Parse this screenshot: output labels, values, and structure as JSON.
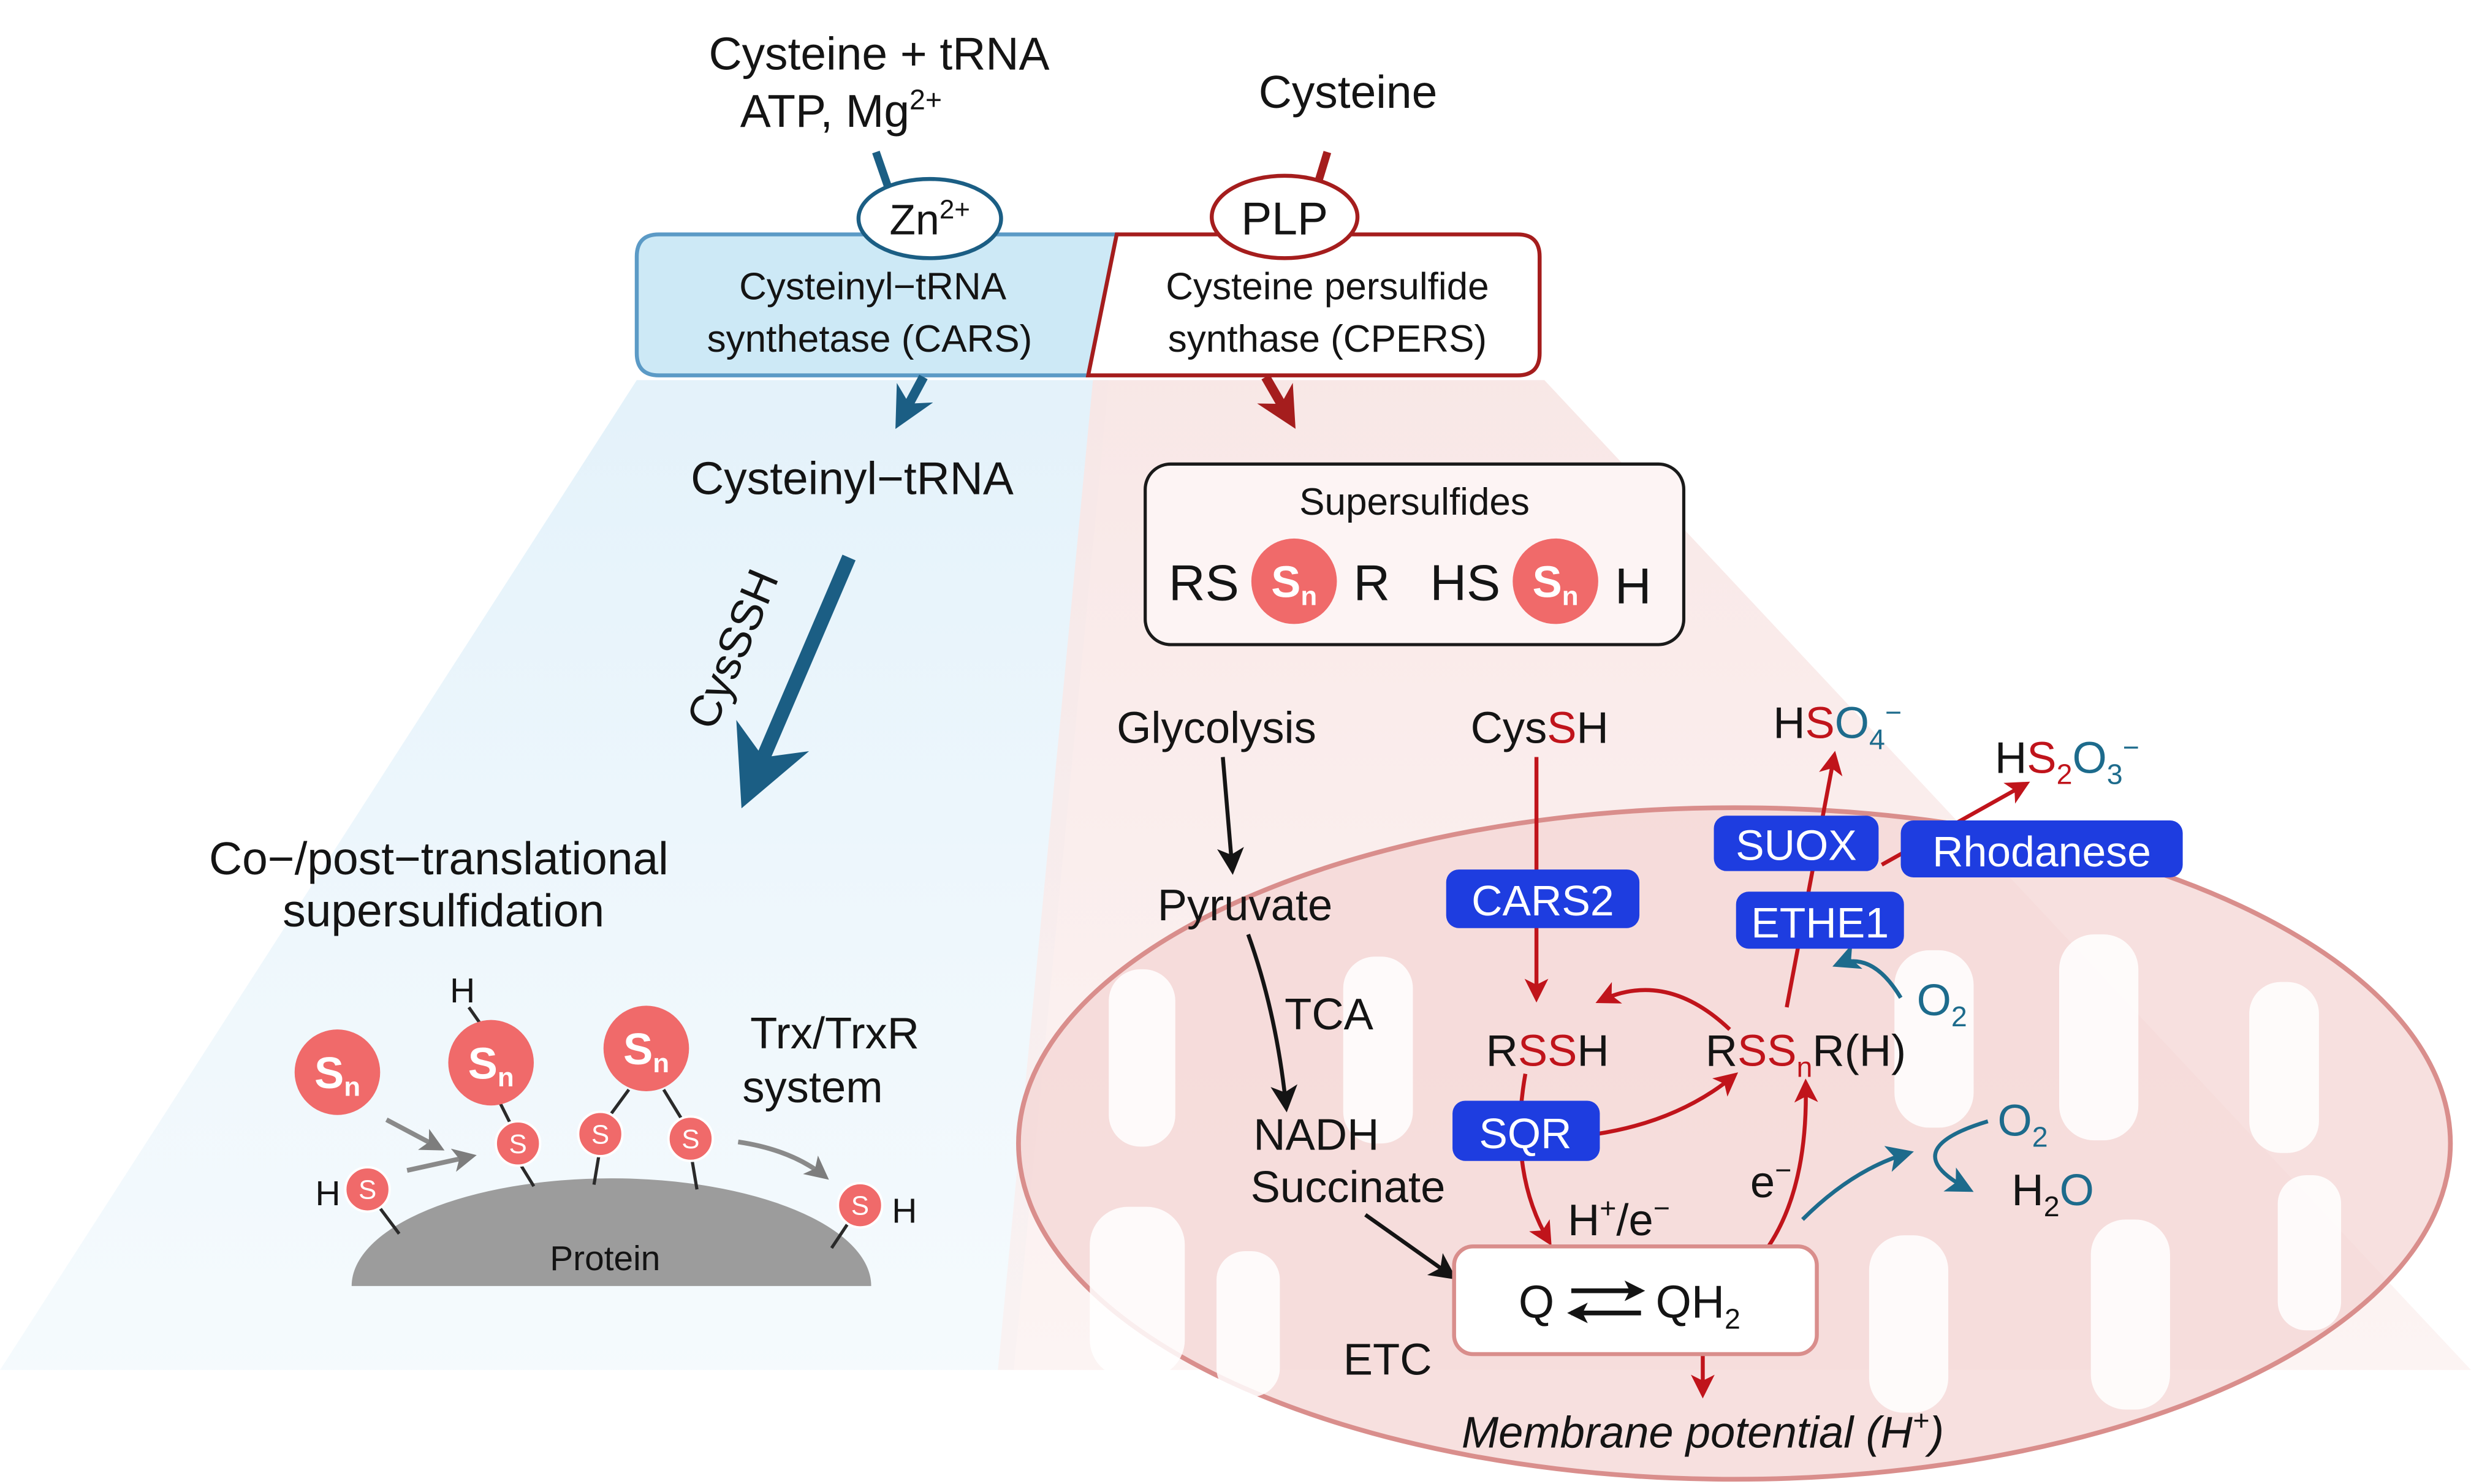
{
  "colors": {
    "cars_blue": "#1b5e84",
    "cpers_red": "#a51d1d",
    "supersulfide_red": "#f06a6a",
    "enzyme_box_blue": "#1e3de0",
    "oxygen_blue": "#1d6b8c",
    "cars_box_fill": "#cde9f6",
    "mitochondrion_pink": "#f3d2d0"
  },
  "cars_branch": {
    "substrates_line1": "Cysteine + tRNA",
    "substrates_line2": "ATP, Mg",
    "substrates_line2_sup": "2+",
    "cofactor": "Zn",
    "cofactor_sup": "2+",
    "enzyme_line1": "Cysteinyl−tRNA",
    "enzyme_line2": "synthetase (CARS)",
    "product": "Cysteinyl−tRNA",
    "arrow_label": "CysSSH",
    "outcome_line1": "Co−/post−translational",
    "outcome_line2": "supersulfidation"
  },
  "cpers_branch": {
    "substrate": "Cysteine",
    "cofactor": "PLP",
    "enzyme_line1": "Cysteine persulfide",
    "enzyme_line2": "synthase (CPERS)"
  },
  "protein_panel": {
    "protein": "Protein",
    "trx_line1": "Trx/TrxR",
    "trx_line2": "system",
    "hydrogen": "H",
    "sulfur": "S",
    "polysulfide": "S",
    "polysulfide_sub": "n"
  },
  "supersulfides": {
    "title": "Supersulfides",
    "left_prefix": "RS",
    "left_suffix": "R",
    "right_prefix": "HS",
    "right_suffix": "H",
    "polysulfide": "S",
    "polysulfide_sub": "n"
  },
  "mitochondrion": {
    "glycolysis": "Glycolysis",
    "pyruvate": "Pyruvate",
    "tca": "TCA",
    "nadh": "NADH",
    "succinate": "Succinate",
    "etc": "ETC",
    "cyssh": {
      "a": "Cys",
      "s": "S",
      "b": "H"
    },
    "hso4": {
      "h": "H",
      "s": "S",
      "o": "O",
      "sub": "4",
      "charge": "−"
    },
    "hs2o3": {
      "h": "H",
      "s": "S",
      "s_sub": "2",
      "o": "O",
      "o_sub": "3",
      "charge": "−"
    },
    "enzymes": {
      "suox": "SUOX",
      "rhodanese": "Rhodanese",
      "cars2": "CARS2",
      "ethe1": "ETHE1",
      "sqr": "SQR"
    },
    "o2": {
      "o": "O",
      "sub": "2"
    },
    "rssh": {
      "r": "R",
      "ss": "SS",
      "h": "H"
    },
    "rssnr": {
      "r": "R",
      "ss": "SS",
      "sub": "n",
      "tail": "R(H)"
    },
    "h2o": {
      "h": "H",
      "sub": "2",
      "o": "O"
    },
    "electron": {
      "e": "e",
      "charge": "−"
    },
    "proton_electron": {
      "h": "H",
      "charge": "+",
      "slash_e": "/e",
      "e_charge": "−"
    },
    "quinone": "Q",
    "quinol": {
      "base": "QH",
      "sub": "2"
    },
    "membrane_potential": {
      "text": "Membrane potential (H",
      "charge": "+",
      "close": ")"
    }
  }
}
